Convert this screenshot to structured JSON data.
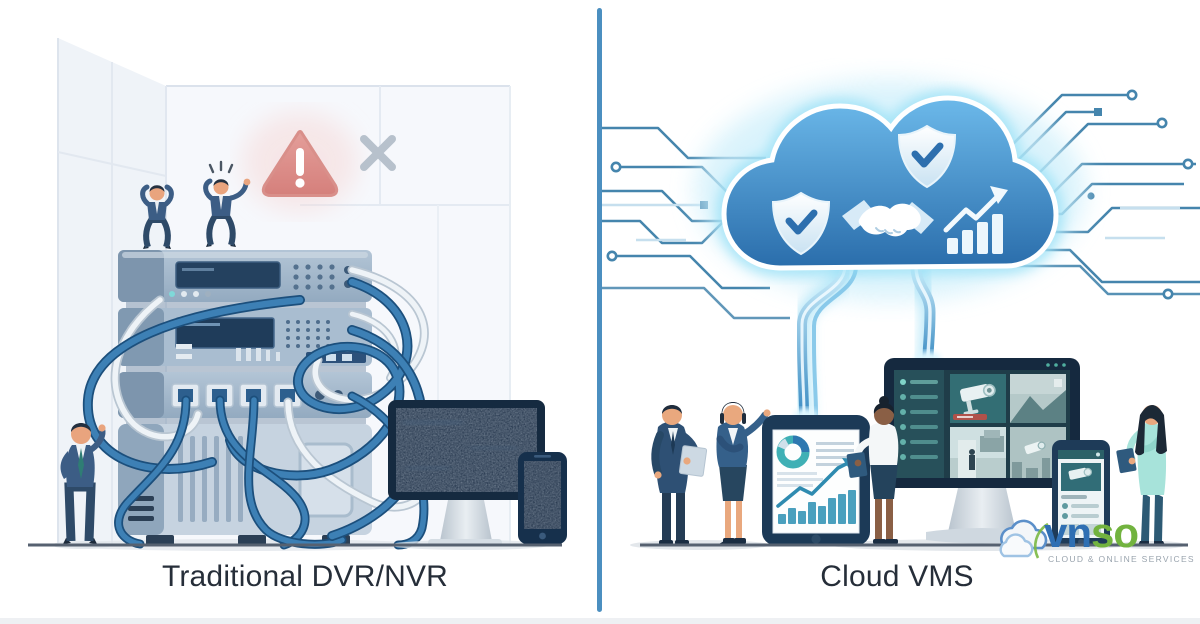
{
  "panels": {
    "left": {
      "label": "Traditional DVR/NVR"
    },
    "right": {
      "label": "Cloud VMS"
    }
  },
  "logo": {
    "brand_prefix": "vn",
    "brand_suffix": "so",
    "tagline": "CLOUD & ONLINE SERVICES"
  },
  "icons": {
    "left_panel": [
      "warning-triangle-icon",
      "x-mark-icon"
    ],
    "cloud": [
      "shield-check-icon",
      "shield-check-icon",
      "handshake-icon",
      "growth-chart-icon"
    ],
    "devices": [
      "donut-chart-icon",
      "bar-chart-icon",
      "cctv-camera-icon"
    ]
  },
  "colors": {
    "divider": "#4b8fc0",
    "warning_red": "#dd8d88",
    "x_gray": "#b7c1cc",
    "cloud_blue_top": "#6cb9ea",
    "cloud_blue_bottom": "#2a6dab",
    "cable_blue": "#2f6da4",
    "circuit_blue": "#4585ad",
    "teal_accent": "#3fb0b5",
    "logo_blue": "#2f6fb3",
    "logo_green": "#72b33f",
    "label_text": "#262e39"
  }
}
